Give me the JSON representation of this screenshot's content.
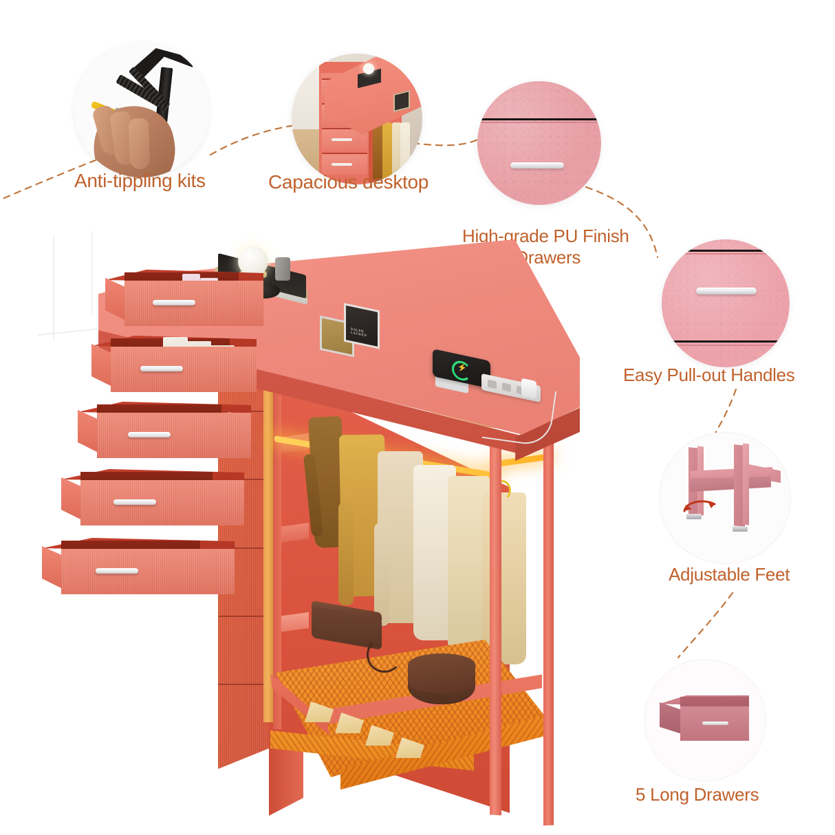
{
  "page": {
    "background_color": "#ffffff",
    "accent_text_color": "#c0612c",
    "dash_line_color": "#c0773f",
    "product_primary_color": "#ee8a7d",
    "product_secondary_color": "#e8705f",
    "led_color": "#ffbe3c"
  },
  "callouts": [
    {
      "id": "anti-tippling-kits",
      "label": "Anti-tippling kits",
      "icon": "anti-tip-bracket-icon",
      "order": 1
    },
    {
      "id": "capacious-desktop",
      "label": "Capacious desktop",
      "icon": "dresser-desktop-icon",
      "order": 2
    },
    {
      "id": "pu-finish-fabric-drawers",
      "label": "High-grade PU Finish",
      "label_line2": "Fabric Drawers",
      "icon": "pu-fabric-swatch-icon",
      "order": 3
    },
    {
      "id": "easy-pull-out-handles",
      "label": "Easy Pull-out Handles",
      "icon": "drawer-handle-icon",
      "order": 4
    },
    {
      "id": "adjustable-feet",
      "label": "Adjustable Feet",
      "icon": "adjustable-foot-icon",
      "order": 5
    },
    {
      "id": "five-long-drawers",
      "label": "5 Long Drawers",
      "icon": "open-drawer-box-icon",
      "order": 6
    }
  ],
  "product": {
    "name": "pink-dresser-with-clothes-rack",
    "drawer_count": 5,
    "desktop_items": [
      "globe-lamp",
      "stacked-books",
      "metal-cup",
      "vinyl-disc",
      "gold-photo-frame",
      "black-photo-frame",
      "smartphone-charging",
      "phone-stand",
      "power-strip",
      "power-adapter",
      "charging-cable"
    ],
    "phone_status": "charging",
    "shelf_items": [
      "brown-leather-bag",
      "round-hat-box",
      "shoes"
    ],
    "hanging_garments": [
      "brown-coat",
      "mustard-coat",
      "beige-coat",
      "cream-coat",
      "ivory-coat",
      "tan-coat"
    ],
    "frame_photo_brand": "RALPH LAUREN"
  }
}
